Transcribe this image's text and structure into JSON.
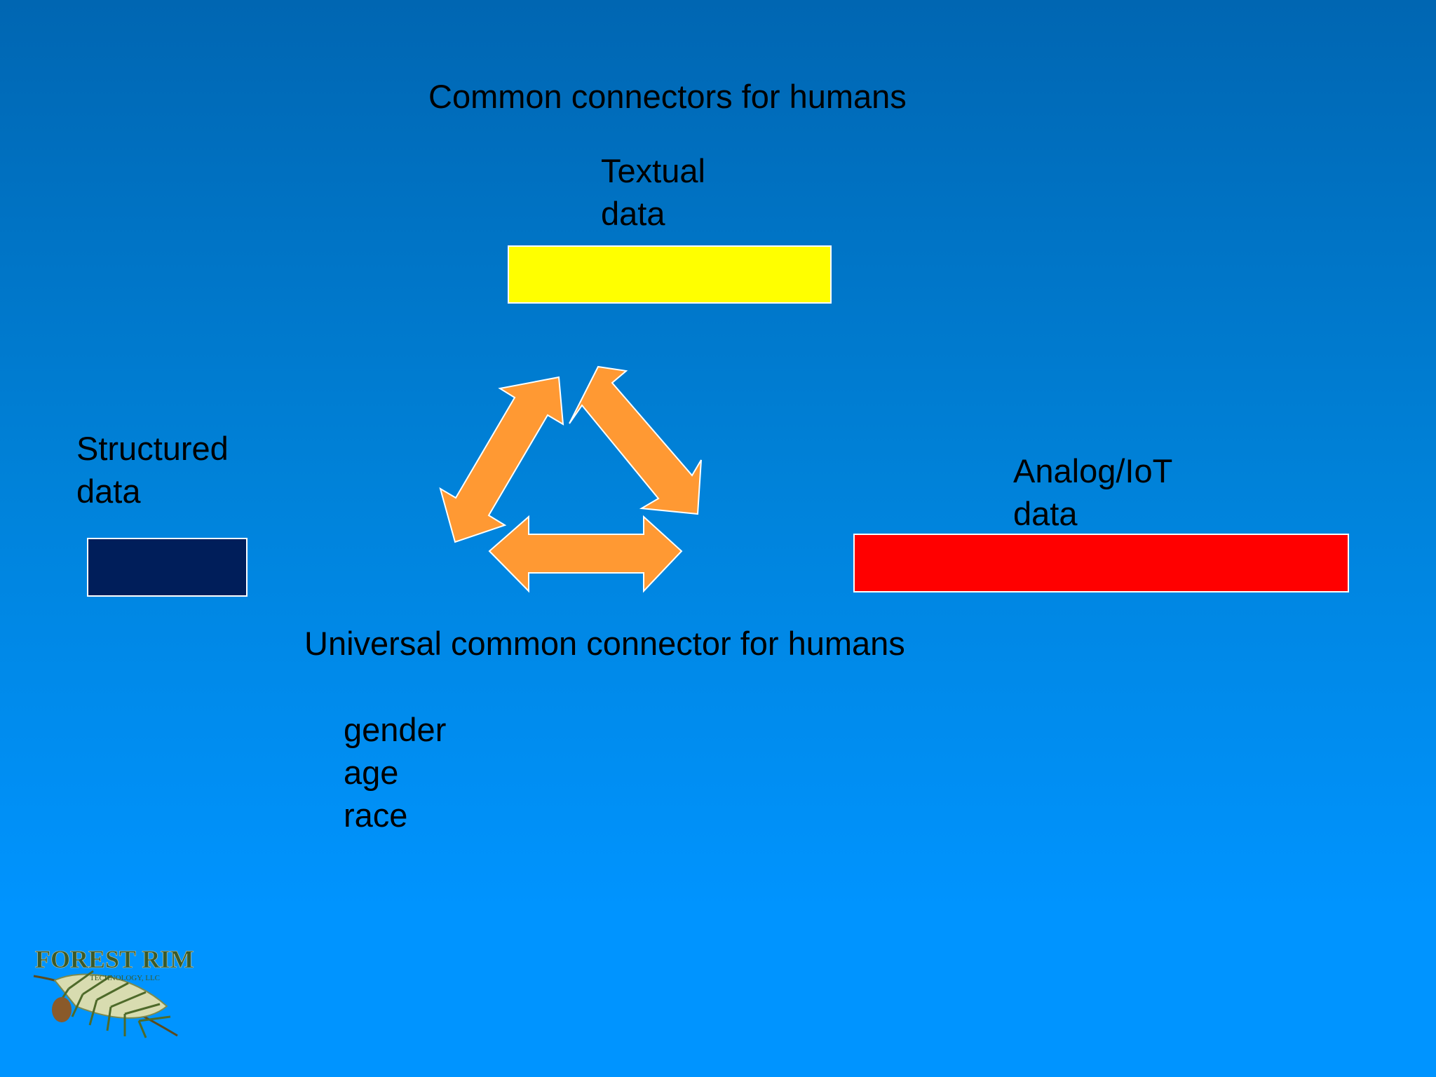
{
  "title": "Common connectors for humans",
  "nodes": {
    "textual": {
      "line1": "Textual",
      "line2": "data",
      "color": "#ffff00"
    },
    "structured": {
      "line1": "Structured",
      "line2": "data",
      "color": "#001e5a"
    },
    "analog": {
      "line1": "Analog/IoT",
      "line2": "data",
      "color": "#ff0000"
    }
  },
  "cycle_arrow_color": "#ff9933",
  "universal": {
    "label": "Universal common connector for humans",
    "items": [
      "gender",
      "age",
      "race"
    ]
  },
  "logo": {
    "name": "FOREST RIM",
    "subtitle": "TECHNOLOGY, LLC",
    "icon": "pine-branch-logo"
  }
}
